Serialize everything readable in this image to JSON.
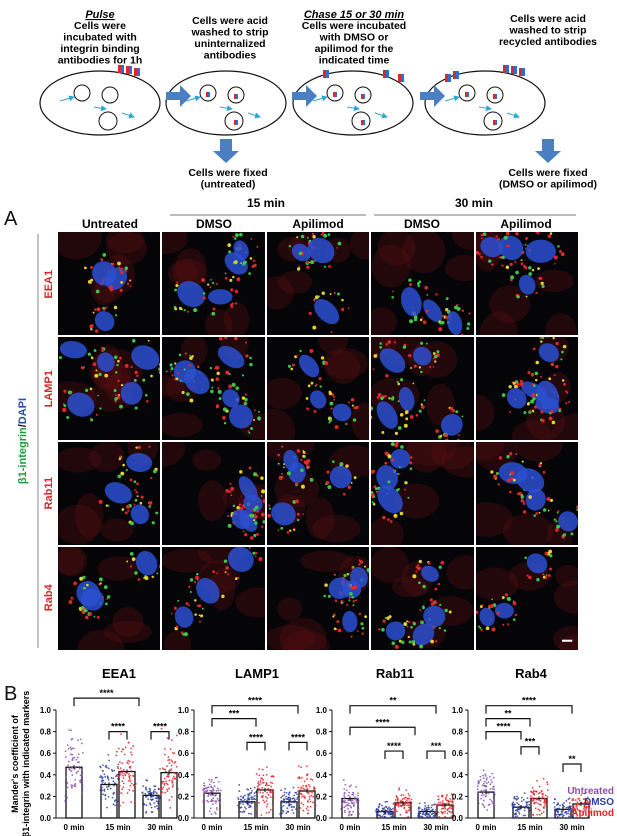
{
  "workflow": {
    "steps": [
      {
        "header": "Pulse",
        "text": [
          "Cells were",
          "incubated with",
          "integrin binding",
          "antibodies for 1h"
        ]
      },
      {
        "header": "",
        "text": [
          "Cells were acid",
          "washed to strip",
          "uninternalized",
          "antibodies"
        ]
      },
      {
        "header": "Chase 15 or 30 min",
        "text": [
          "Cells were incubated",
          "with DMSO or",
          "apilimod for the",
          "indicated time"
        ]
      },
      {
        "header": "",
        "text": [
          "Cells were acid",
          "washed to strip",
          "recycled antibodies"
        ]
      }
    ],
    "fixed_notes": [
      [
        "Cells were fixed",
        "(untreated)"
      ],
      [
        "Cells were fixed",
        "(DMSO or apilimod)"
      ]
    ]
  },
  "panel_a": {
    "label": "A",
    "time_headers": [
      "15 min",
      "30 min"
    ],
    "column_headers": [
      "Untreated",
      "DMSO",
      "Apilimod",
      "DMSO",
      "Apilimod"
    ],
    "row_labels": [
      "EEA1",
      "LAMP1",
      "Rab11",
      "Rab4"
    ],
    "side_label_integrin": "β1-integrin",
    "side_label_sep": "/",
    "side_label_dapi": "DAPI",
    "colors": {
      "integrin": "#1a9e3a",
      "marker": "#d6262b",
      "dapi": "#2b4fa8"
    }
  },
  "panel_b": {
    "label": "B",
    "ylabel_line1": "Mander's coefficient of",
    "ylabel_line2": "β1-integrin with indicated markers",
    "legend": [
      {
        "label": "Untreated",
        "color": "#8a4fb0"
      },
      {
        "label": "DMSO",
        "color": "#2f3e9e"
      },
      {
        "label": "Apilimod",
        "color": "#e0262b"
      }
    ]
  },
  "chart_data": [
    {
      "type": "bar",
      "title": "EEA1",
      "categories": [
        "0 min",
        "15 min",
        "30 min"
      ],
      "ylim": [
        0,
        1.0
      ],
      "yticks": [
        "0.0",
        "0.2",
        "0.4",
        "0.6",
        "0.8",
        "1.0"
      ],
      "series": [
        {
          "name": "Untreated",
          "values": [
            0.47,
            null,
            null
          ]
        },
        {
          "name": "DMSO",
          "values": [
            null,
            0.31,
            0.21
          ]
        },
        {
          "name": "Apilimod",
          "values": [
            null,
            0.43,
            0.42
          ]
        }
      ],
      "annotations": [
        "****",
        "****",
        "****"
      ]
    },
    {
      "type": "bar",
      "title": "LAMP1",
      "categories": [
        "0 min",
        "15 min",
        "30 min"
      ],
      "ylim": [
        0,
        1.0
      ],
      "yticks": [
        "0.0",
        "0.2",
        "0.4",
        "0.6",
        "0.8",
        "1.0"
      ],
      "series": [
        {
          "name": "Untreated",
          "values": [
            0.23,
            null,
            null
          ]
        },
        {
          "name": "DMSO",
          "values": [
            null,
            0.15,
            0.15
          ]
        },
        {
          "name": "Apilimod",
          "values": [
            null,
            0.26,
            0.25
          ]
        }
      ],
      "annotations": [
        "****",
        "***",
        "****",
        "****"
      ]
    },
    {
      "type": "bar",
      "title": "Rab11",
      "categories": [
        "0 min",
        "15 min",
        "30 min"
      ],
      "ylim": [
        0,
        1.0
      ],
      "yticks": [
        "0.0",
        "0.2",
        "0.4",
        "0.6",
        "0.8",
        "1.0"
      ],
      "series": [
        {
          "name": "Untreated",
          "values": [
            0.18,
            null,
            null
          ]
        },
        {
          "name": "DMSO",
          "values": [
            null,
            0.06,
            0.06
          ]
        },
        {
          "name": "Apilimod",
          "values": [
            null,
            0.14,
            0.12
          ]
        }
      ],
      "annotations": [
        "**",
        "****",
        "****",
        "***"
      ]
    },
    {
      "type": "bar",
      "title": "Rab4",
      "categories": [
        "0 min",
        "15 min",
        "30 min"
      ],
      "ylim": [
        0,
        1.0
      ],
      "yticks": [
        "0.0",
        "0.2",
        "0.4",
        "0.6",
        "0.8",
        "1.0"
      ],
      "series": [
        {
          "name": "Untreated",
          "values": [
            0.24,
            null,
            null
          ]
        },
        {
          "name": "DMSO",
          "values": [
            null,
            0.1,
            0.08
          ]
        },
        {
          "name": "Apilimod",
          "values": [
            null,
            0.18,
            0.13
          ]
        }
      ],
      "annotations": [
        "****",
        "**",
        "****",
        "***",
        "**"
      ]
    }
  ]
}
